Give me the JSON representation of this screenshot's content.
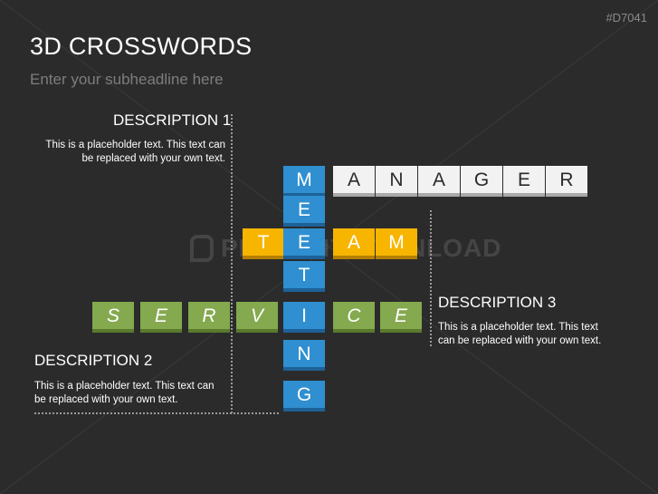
{
  "slide": {
    "code": "#D7041",
    "title": "3D CROSSWORDS",
    "subtitle": "Enter your subheadline here"
  },
  "watermark": {
    "text": "PRESENTATIONLOAD"
  },
  "descriptions": [
    {
      "title": "DESCRIPTION 1",
      "text_line1": "This is a placeholder text. This text can",
      "text_line2": "be replaced with your own text."
    },
    {
      "title": "DESCRIPTION 2",
      "text_line1": "This is a placeholder text. This text can",
      "text_line2": "be replaced with your own text."
    },
    {
      "title": "DESCRIPTION 3",
      "text_line1": "This is a placeholder text. This text",
      "text_line2": "can be replaced with your own text."
    }
  ],
  "words": {
    "meeting": {
      "letters": [
        "M",
        "E",
        "E",
        "T",
        "I",
        "N",
        "G"
      ],
      "color": "#2f8fd0"
    },
    "manager": {
      "letters": [
        "A",
        "N",
        "A",
        "G",
        "E",
        "R"
      ],
      "color": "#f2f2f2"
    },
    "team": {
      "letters": [
        "T",
        "A",
        "M"
      ],
      "color": "#f7b500"
    },
    "service": {
      "letters": [
        "S",
        "E",
        "R",
        "V",
        "C",
        "E"
      ],
      "color": "#84a94e"
    }
  }
}
